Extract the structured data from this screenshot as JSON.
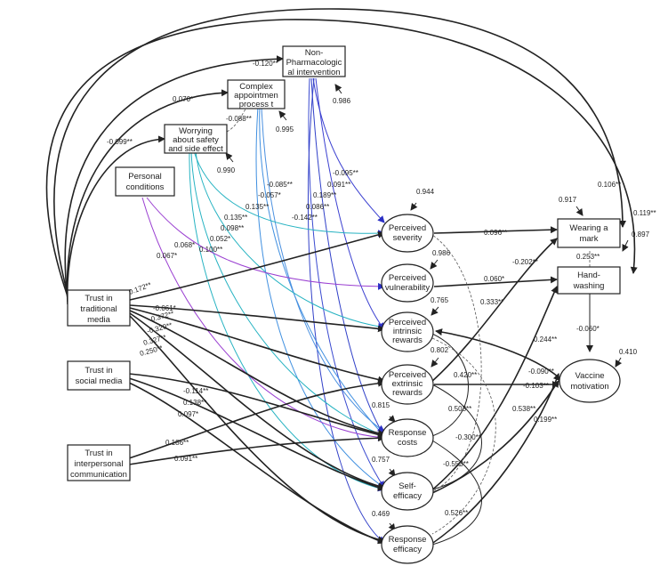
{
  "nodes": {
    "non_pharm": "Non-|Pharmacologic|al intervention",
    "complex": "Complex|appointmen|process t",
    "worrying": "Worrying|about safety|and side effect",
    "personal": "Personal|conditions",
    "trust_trad": "Trust in|traditional|media",
    "trust_social": "Trust in|social media",
    "trust_inter": "Trust in|interpersonal|communication",
    "severity": "Perceived|severity",
    "vulnerability": "Perceived|vulnerability",
    "intrinsic": "Perceived|intrinsic|rewards",
    "extrinsic": "Perceived|extrinsic|rewards",
    "costs": "Response|costs",
    "self_eff": "Self-|efficacy",
    "resp_eff": "Response|efficacy",
    "mask": "Wearing a|mark",
    "hand": "Hand-|washing",
    "vaccine": "Vaccine|motivation"
  },
  "residuals": {
    "non_pharm": "0.986",
    "complex": "0.995",
    "worrying": "0.990",
    "severity": "0.944",
    "vulnerability": "0.986",
    "intrinsic": "0.765",
    "extrinsic": "0.802",
    "costs": "0.815",
    "self_eff": "0.757",
    "resp_eff": "0.469",
    "mask": "0.917",
    "hand": "0.897",
    "vaccine": "0.410"
  },
  "coefficients": {
    "c_120": "-0.120**",
    "c_070": "0.070*",
    "c_099": "-0.099**",
    "c_088": "-0.088**",
    "c_095": "-0.095**",
    "c_091a": "0.091**",
    "c_189": "0.189**",
    "c_085": "-0.085**",
    "c_057": "-0.057*",
    "c_135a": "0.135**",
    "c_086": "0.086**",
    "c_142": "-0.142**",
    "c_135b": "0.135**",
    "c_098": "0.098**",
    "c_052": "0.052*",
    "c_100": "0.100**",
    "c_068": "0.068*",
    "c_067": "0.067*",
    "c_172": "0.172**",
    "c_061": "-0.061*",
    "c_372": "-0.372**",
    "c_320": "-0.320**",
    "c_327": "0.327**",
    "c_250": "0.250**",
    "c_114": "-0.114**",
    "c_138": "0.138**",
    "c_097": "0.097*",
    "c_186": "0.186**",
    "c_091b": "0.091**",
    "c_096": "0.096**",
    "c_060a": "0.060*",
    "c_202": "-0.202**",
    "c_333": "0.333**",
    "c_253": "0.253**",
    "c_106": "0.106**",
    "c_119": "0.119**",
    "c_060b": "-0.060*",
    "c_420": "0.420**",
    "c_090": "-0.090**",
    "c_103": "-0.103**",
    "c_503": "0.503**",
    "c_300": "-0.300**",
    "c_244": "0.244**",
    "c_538": "0.538**",
    "c_199": "0.199**",
    "c_553": "-0.553**",
    "c_526": "0.526**"
  },
  "colors": {
    "black": "#222222",
    "blue": "#2b2fc4",
    "navy": "#3a3fd0",
    "teal": "#27b3c2",
    "sky": "#3f8fe0",
    "purple": "#9a3fd1"
  }
}
